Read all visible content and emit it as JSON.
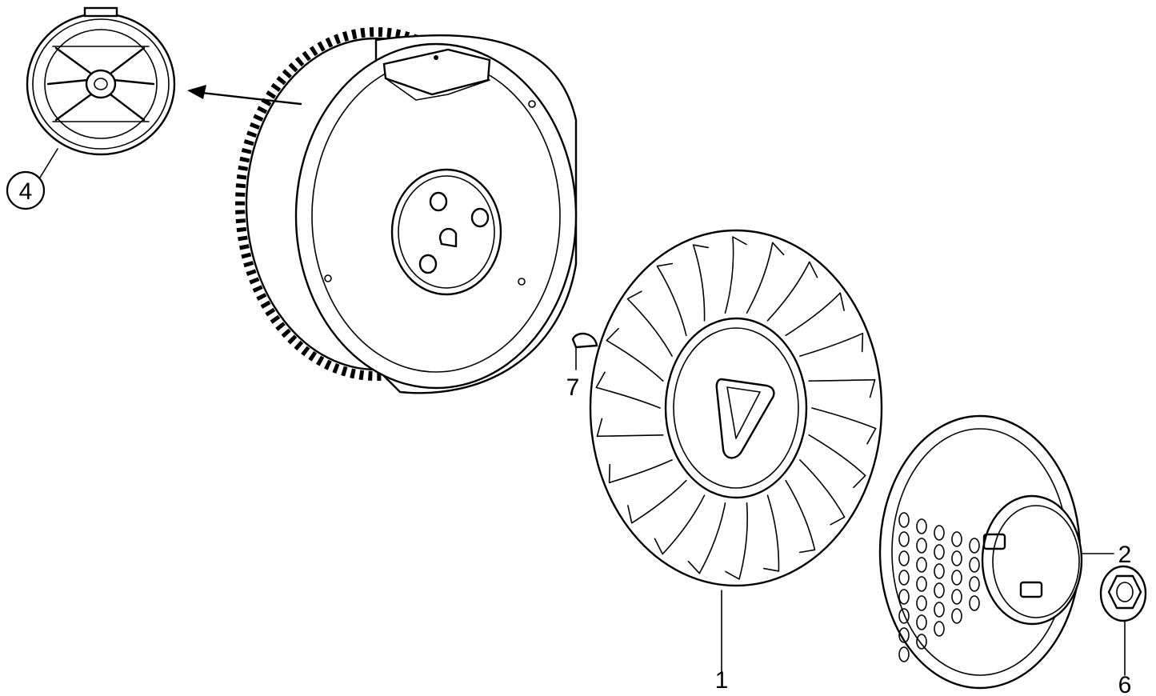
{
  "callouts": {
    "c1": "1",
    "c2": "2",
    "c4": "4",
    "c6": "6",
    "c7": "7"
  },
  "colors": {
    "ink": "#000000",
    "paper": "#ffffff"
  }
}
